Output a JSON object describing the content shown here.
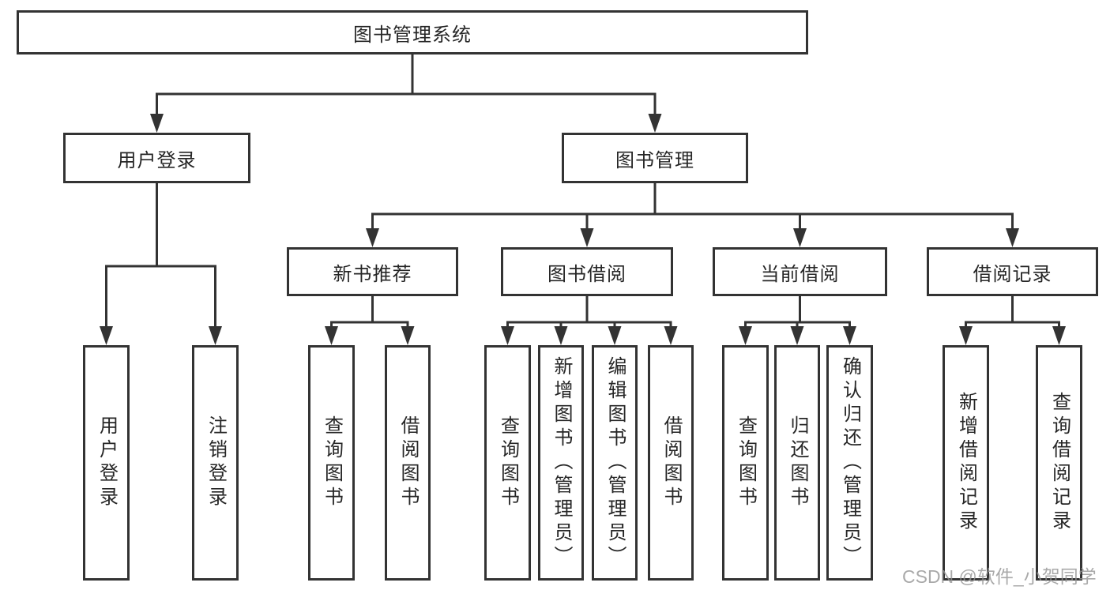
{
  "diagram_title": "图书管理系统",
  "tree": {
    "label": "图书管理系统",
    "children": [
      {
        "label": "用户登录",
        "children": [
          {
            "label": "用户登录"
          },
          {
            "label": "注销登录"
          }
        ]
      },
      {
        "label": "图书管理",
        "children": [
          {
            "label": "新书推荐",
            "children": [
              {
                "label": "查询图书"
              },
              {
                "label": "借阅图书"
              }
            ]
          },
          {
            "label": "图书借阅",
            "children": [
              {
                "label": "查询图书"
              },
              {
                "label": "新增图书（管理员）"
              },
              {
                "label": "编辑图书（管理员）"
              },
              {
                "label": "借阅图书"
              }
            ]
          },
          {
            "label": "当前借阅",
            "children": [
              {
                "label": "查询图书"
              },
              {
                "label": "归还图书"
              },
              {
                "label": "确认归还（管理员）"
              }
            ]
          },
          {
            "label": "借阅记录",
            "children": [
              {
                "label": "新增借阅记录"
              },
              {
                "label": "查询借阅记录"
              }
            ]
          }
        ]
      }
    ]
  },
  "watermark": {
    "text": "CSDN @软件_小贺同学"
  },
  "colors": {
    "line": "#333333",
    "box_border": "#333333",
    "text": "#262626",
    "background": "#ffffff",
    "watermark": "#949494"
  }
}
